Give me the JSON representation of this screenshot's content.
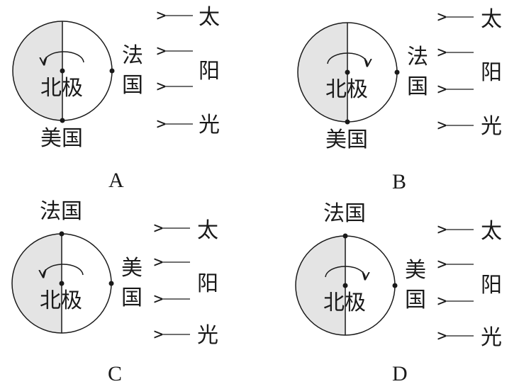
{
  "panels": [
    {
      "id": "A",
      "caption": "A",
      "pole_label": "北极",
      "labels": {
        "bottom": "美国",
        "right_top": "法",
        "right_bottom": "国"
      },
      "sun_chars": [
        "太",
        "阳",
        "光"
      ],
      "rotation": "counterclockwise"
    },
    {
      "id": "B",
      "caption": "B",
      "pole_label": "北极",
      "labels": {
        "bottom": "美国",
        "right_top": "法",
        "right_bottom": "国"
      },
      "sun_chars": [
        "太",
        "阳",
        "光"
      ],
      "rotation": "clockwise"
    },
    {
      "id": "C",
      "caption": "C",
      "pole_label": "北极",
      "labels": {
        "top": "法国",
        "right_top": "美",
        "right_bottom": "国"
      },
      "sun_chars": [
        "太",
        "阳",
        "光"
      ],
      "rotation": "counterclockwise"
    },
    {
      "id": "D",
      "caption": "D",
      "pole_label": "北极",
      "labels": {
        "top": "法国",
        "right_top": "美",
        "right_bottom": "国"
      },
      "sun_chars": [
        "太",
        "阳",
        "光"
      ],
      "rotation": "clockwise"
    }
  ],
  "colors": {
    "night": "#e4e4e4",
    "line": "#1a1a1a"
  }
}
